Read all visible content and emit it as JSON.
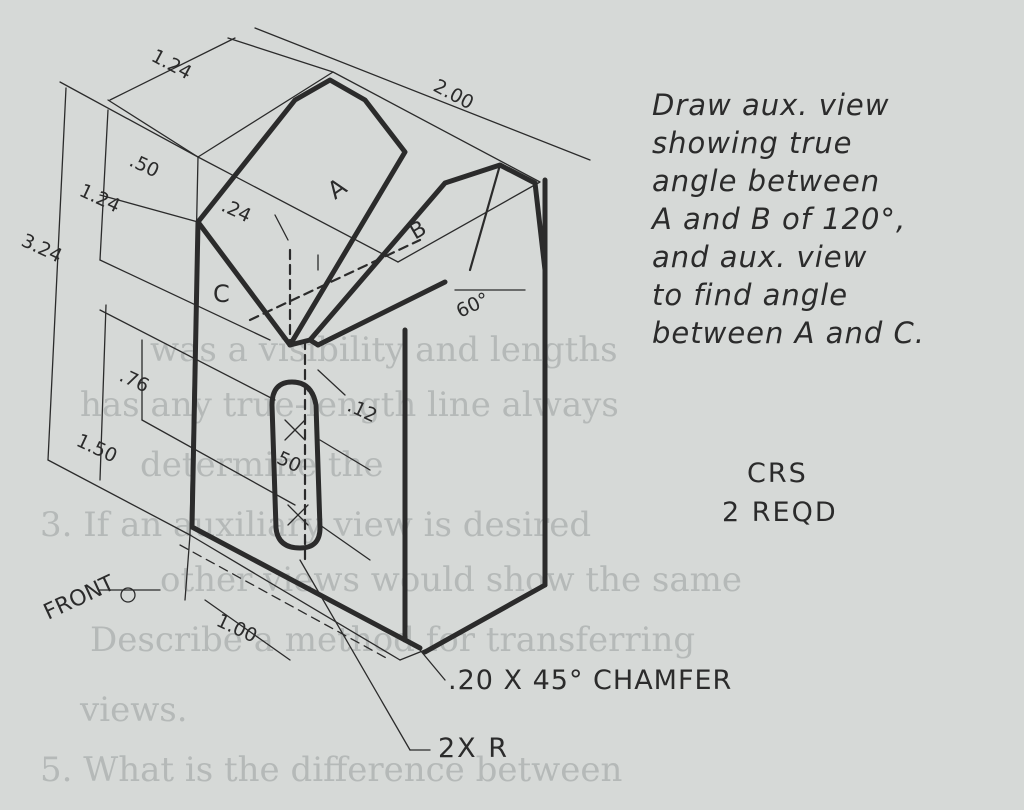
{
  "instruction": {
    "lines": [
      "Draw aux. view",
      "showing  true",
      "angle  between",
      "A and B of 120°,",
      "and aux.  view",
      "to find  angle",
      "between  A and C."
    ]
  },
  "material": {
    "line1": "CRS",
    "line2": "2 REQD"
  },
  "callouts": {
    "chamfer": ".20 X 45° CHAMFER",
    "radius": "2X R"
  },
  "surface_labels": {
    "a": "A",
    "b": "B",
    "c": "C"
  },
  "dimensions": {
    "top_depth": "1.24",
    "width": "2.00",
    "slot_height": ".50",
    "side_upper": "1.24",
    "overall_height": "3.24",
    "groove_offset": ".24",
    "angle": "60°",
    "hole_spacing": ".76",
    "hole_width": ".12",
    "lower_height": "1.50",
    "hole_length": ".50",
    "base_depth": "1.00"
  },
  "view_label": "FRONT"
}
